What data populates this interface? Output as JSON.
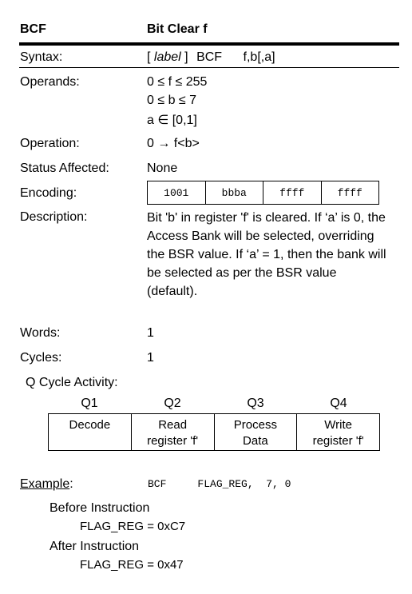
{
  "header": {
    "mnemonic": "BCF",
    "title": "Bit Clear f"
  },
  "rows": {
    "syntax": {
      "label": "Syntax:",
      "open": "[",
      "italic": "label",
      "close": "]",
      "op": "BCF",
      "args": "f,b[,a]"
    },
    "operands": {
      "label": "Operands:",
      "lines": [
        "0 ≤ f ≤ 255",
        "0 ≤ b ≤ 7",
        "a ∈ [0,1]"
      ]
    },
    "operation": {
      "label": "Operation:",
      "value": "0 → f<b>"
    },
    "status": {
      "label": "Status Affected:",
      "value": "None"
    },
    "encoding": {
      "label": "Encoding:",
      "cells": [
        "1001",
        "bbba",
        "ffff",
        "ffff"
      ]
    },
    "description": {
      "label": "Description:",
      "text": "Bit 'b' in register 'f' is cleared. If ‘a’ is 0, the Access Bank will be selected, overriding the BSR value. If ‘a’ = 1, then the bank will be selected as per the BSR value (default)."
    },
    "words": {
      "label": "Words:",
      "value": "1"
    },
    "cycles": {
      "label": "Cycles:",
      "value": "1"
    }
  },
  "q_cycle": {
    "label": "Q Cycle Activity:",
    "headers": [
      "Q1",
      "Q2",
      "Q3",
      "Q4"
    ],
    "cells": [
      "Decode",
      "Read\nregister 'f'",
      "Process\nData",
      "Write\nregister 'f'"
    ]
  },
  "example": {
    "label": "Example",
    "colon": ":",
    "code": "BCF     FLAG_REG,  7, 0",
    "before_label": "Before Instruction",
    "before_value": "FLAG_REG = 0xC7",
    "after_label": "After Instruction",
    "after_value": "FLAG_REG = 0x47"
  }
}
